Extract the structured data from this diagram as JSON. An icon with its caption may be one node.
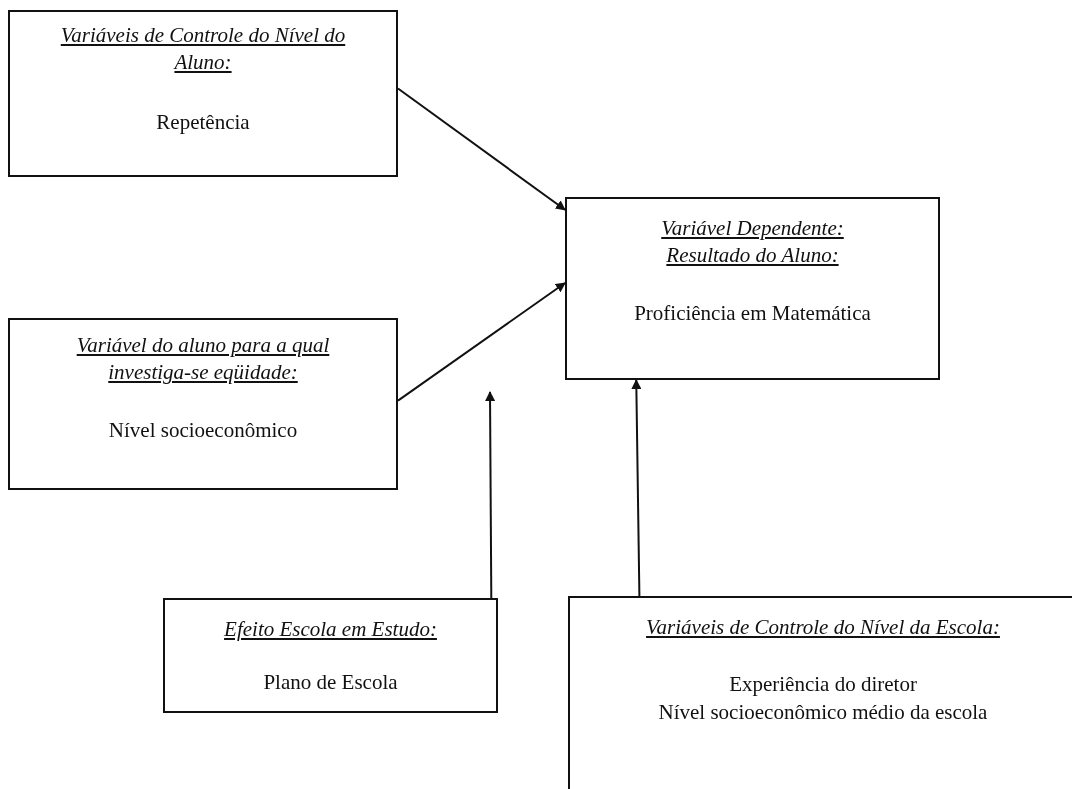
{
  "diagram": {
    "nodes": [
      {
        "text": [
          "Variáveis de Controle do Nível do Aluno:",
          "Repetência"
        ]
      },
      {
        "text": [
          "Variável Dependente: Resultado do Aluno:",
          "Proficiência em Matemática"
        ]
      },
      {
        "text": [
          "Variável do aluno para a qual investiga-se eqüidade:",
          "Nível socioeconômico"
        ]
      },
      {
        "text": [
          "Efeito Escola em Estudo:",
          "Plano de Escola"
        ]
      },
      {
        "text": [
          "Variáveis de Controle do Nível da Escola:",
          "Experiência do diretor",
          "Nível socioeconômico médio da escola"
        ]
      }
    ],
    "edges": [
      {
        "from": 0,
        "to": 1,
        "arrow": "to"
      },
      {
        "from": 2,
        "to": 1,
        "arrow": "to"
      },
      {
        "from": 3,
        "to": null,
        "arrow": "to"
      },
      {
        "from": 4,
        "to": 1,
        "arrow": "to"
      }
    ]
  }
}
